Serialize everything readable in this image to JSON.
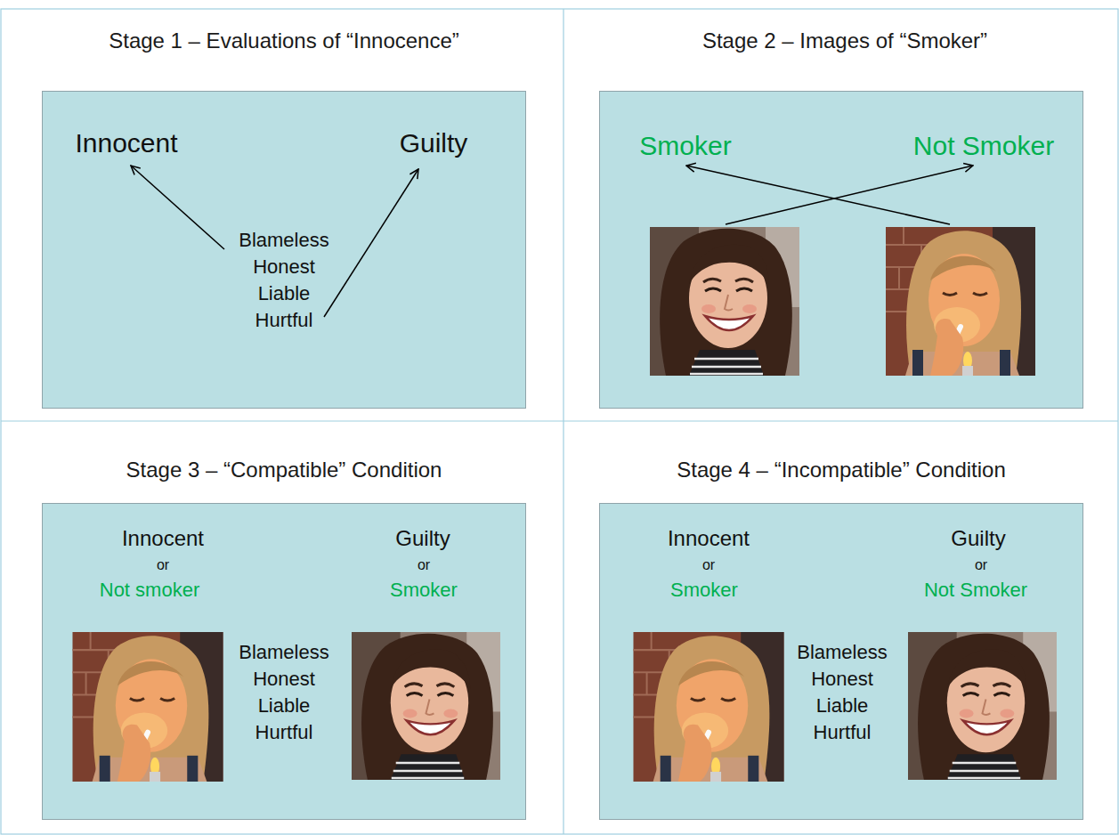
{
  "diagram": {
    "nodes": [
      {
        "text": [
          "Stage 1 – Evaluations of “Innocence”",
          "Innocent",
          "Guilty",
          "Blameless Honest Liable Hurtful"
        ]
      },
      {
        "text": [
          "Stage 2 – Images of “Smoker”",
          "Smoker",
          "Not Smoker"
        ]
      },
      {
        "text": [
          "Stage 3 – “Compatible” Condition",
          "Innocent",
          "or",
          "Not smoker",
          "Guilty",
          "or",
          "Smoker",
          "Blameless Honest Liable Hurtful"
        ]
      },
      {
        "text": [
          "Stage 4 – “Incompatible” Condition",
          "Innocent",
          "or",
          "Smoker",
          "Guilty",
          "or",
          "Not Smoker",
          "Blameless Honest Liable Hurtful"
        ]
      }
    ]
  }
}
